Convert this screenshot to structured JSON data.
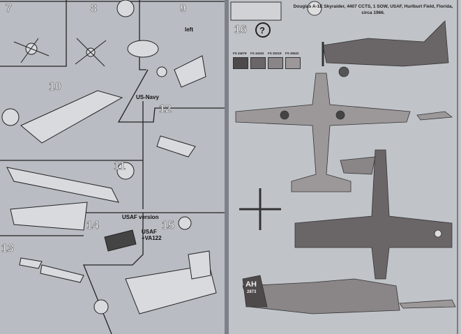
{
  "left_page": {
    "steps": [
      "7",
      "8",
      "9",
      "10",
      "11",
      "12",
      "13",
      "14",
      "15"
    ],
    "labels": {
      "left": "left",
      "us_navy": "US-Navy",
      "usaf_version": "USAF version",
      "usaf_va122": "USAF +VA122"
    }
  },
  "right_page": {
    "step": "16",
    "title": "Douglas A-1E Skyraider, 4407 CCTS, 1 SOW, USAF, Hurlburt Field, Florida, circa 1966.",
    "tail_code": "AH",
    "tail_number": "2873",
    "paints": [
      {
        "code": "FS 34079",
        "color": "#4e4a4c"
      },
      {
        "code": "FS 34102",
        "color": "#6a6668"
      },
      {
        "code": "FS 30219",
        "color": "#8a8587"
      },
      {
        "code": "FS 30622",
        "color": "#9c9899"
      }
    ]
  }
}
